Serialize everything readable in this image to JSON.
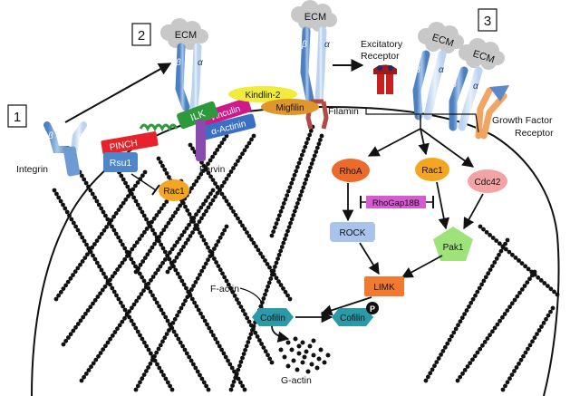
{
  "steps": {
    "one": "1",
    "two": "2",
    "three": "3"
  },
  "ecm": {
    "label": "ECM"
  },
  "greek": {
    "alpha": "α",
    "beta": "β"
  },
  "labels": {
    "integrin": "Integrin",
    "excitatory_receptor_line1": "Excitatory",
    "excitatory_receptor_line2": "Receptor",
    "growth_factor_line1": "Growth Factor",
    "growth_factor_line2": "Receptor",
    "filamin": "Filamin",
    "f_actin": "F-actin",
    "g_actin": "G-actin"
  },
  "proteins": {
    "pinch": "PINCH",
    "rsu1": "Rsu1",
    "ilk": "ILK",
    "vinculin": "Vinculin",
    "alpha_actinin": "α-Actinin",
    "parvin": "Parvin",
    "kindlin2": "Kindlin-2",
    "migfilin": "Migfilin",
    "rac1_left": "Rac1",
    "rhoa": "RhoA",
    "rac1_right": "Rac1",
    "cdc42": "Cdc42",
    "rhogap18b": "RhoGap18B",
    "rock": "ROCK",
    "pak1": "Pak1",
    "limk": "LIMK",
    "cofilin": "Cofilin",
    "cofilin_p": "Cofilin",
    "phospho": "P"
  },
  "colors": {
    "pinch": "#e8222a",
    "ilk": "#2c9a3a",
    "vinculin": "#d0188a",
    "alpha_actinin": "#3a6fc4",
    "parvin": "#8a4ab0",
    "kindlin2": "#f0ec3a",
    "migfilin": "#e0962a",
    "rac1": "#f4a623",
    "rhoa": "#ec6a2a",
    "cdc42": "#f2a3a3",
    "rhogap": "#d65ad0",
    "rock": "#a8c4ec",
    "pak1": "#9ee37a",
    "limk": "#f27a30",
    "cofilin": "#2a9aa8",
    "integrin": "#7aa6d8",
    "filamin": "#b24a45",
    "growth_factor": "#f0a560",
    "excitatory": "#c82020"
  }
}
